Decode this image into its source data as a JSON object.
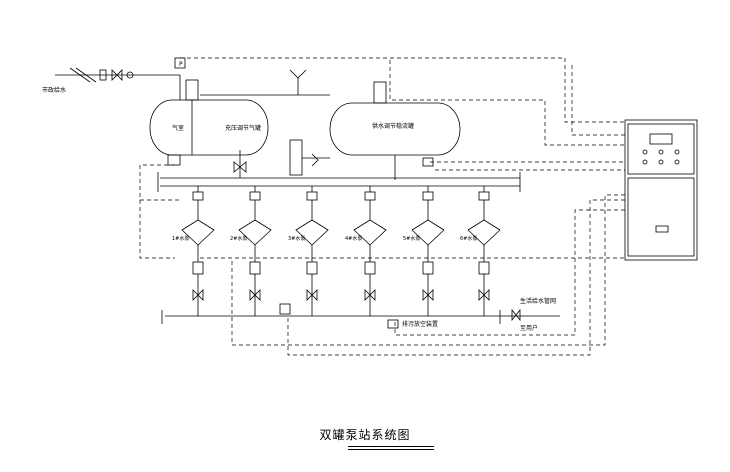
{
  "labels": {
    "inlet": "市政给水",
    "gas_tank": "充压调节气罐",
    "gas": "气室",
    "supply_tank": "供水调节稳流罐",
    "pumps": [
      "1#水泵",
      "2#水泵",
      "3#水泵",
      "4#水泵",
      "5#水泵",
      "6#水泵"
    ],
    "drain": "排污放空装置",
    "outlet_top": "生活给水管网",
    "outlet_bottom": "至用户"
  },
  "caption": "双罐泵站系统图"
}
